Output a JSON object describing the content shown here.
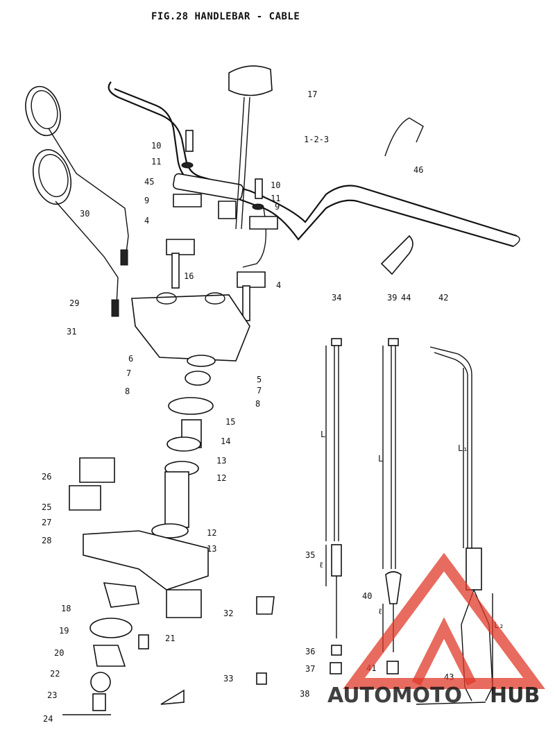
{
  "title": "FIG.28  HANDLEBAR - CABLE",
  "callouts": [
    "1-2-3",
    "4",
    "4",
    "5",
    "6",
    "7",
    "7",
    "8",
    "8",
    "9",
    "9",
    "10",
    "10",
    "11",
    "11",
    "12",
    "12",
    "13",
    "13",
    "14",
    "15",
    "16",
    "17",
    "18",
    "19",
    "20",
    "21",
    "22",
    "23",
    "24",
    "25",
    "26",
    "27",
    "28",
    "29",
    "30",
    "31",
    "32",
    "33",
    "34",
    "35",
    "36",
    "37",
    "38",
    "39",
    "40",
    "41",
    "42",
    "43",
    "44",
    "45",
    "46"
  ],
  "dimension_labels": [
    "L",
    "ℓ",
    "L",
    "ℓ",
    "L₁",
    "L₂"
  ],
  "watermark": {
    "text_orange": "AUTOMOTO",
    "text_dark": "HUB",
    "color_orange": "#f0a020",
    "color_red": "#e03a2a",
    "color_dark": "#2a2a2a"
  }
}
